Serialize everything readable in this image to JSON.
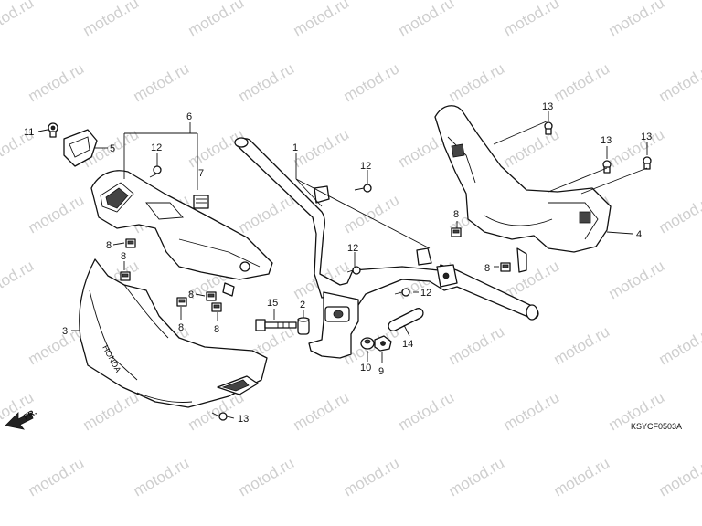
{
  "diagram": {
    "drawing_code": "KSYCF0503A",
    "front_marker": "FR.",
    "watermark": "motod.ru",
    "callouts": [
      {
        "id": "c1",
        "label": "1"
      },
      {
        "id": "c2",
        "label": "2"
      },
      {
        "id": "c3",
        "label": "3"
      },
      {
        "id": "c4",
        "label": "4"
      },
      {
        "id": "c5",
        "label": "5"
      },
      {
        "id": "c6",
        "label": "6"
      },
      {
        "id": "c7",
        "label": "7"
      },
      {
        "id": "c8a",
        "label": "8"
      },
      {
        "id": "c8b",
        "label": "8"
      },
      {
        "id": "c8c",
        "label": "8"
      },
      {
        "id": "c8d",
        "label": "8"
      },
      {
        "id": "c8e",
        "label": "8"
      },
      {
        "id": "c8f",
        "label": "8"
      },
      {
        "id": "c8g",
        "label": "8"
      },
      {
        "id": "c9",
        "label": "9"
      },
      {
        "id": "c10",
        "label": "10"
      },
      {
        "id": "c11",
        "label": "11"
      },
      {
        "id": "c12a",
        "label": "12"
      },
      {
        "id": "c12b",
        "label": "12"
      },
      {
        "id": "c12c",
        "label": "12"
      },
      {
        "id": "c12d",
        "label": "12"
      },
      {
        "id": "c13a",
        "label": "13"
      },
      {
        "id": "c13b",
        "label": "13"
      },
      {
        "id": "c13c",
        "label": "13"
      },
      {
        "id": "c13d",
        "label": "13"
      },
      {
        "id": "c14",
        "label": "14"
      },
      {
        "id": "c15",
        "label": "15"
      }
    ]
  }
}
